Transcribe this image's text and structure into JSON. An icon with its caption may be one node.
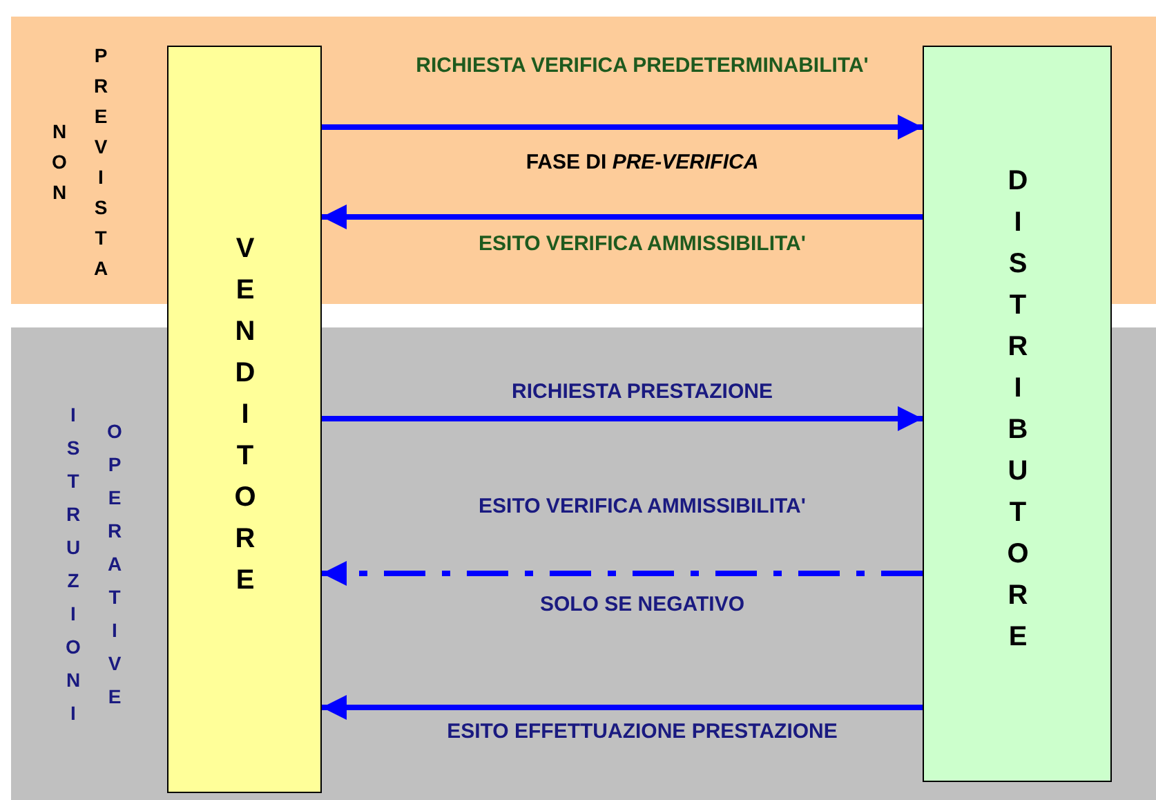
{
  "diagram": {
    "nodes": [
      {
        "text": [
          "VENDITORE"
        ]
      },
      {
        "text": [
          "DISTRIBUTORE"
        ]
      }
    ],
    "edges": [
      {
        "from": 0,
        "to": 1,
        "arrow": "to",
        "label": "RICHIESTA VERIFICA PREDETERMINABILITA'"
      },
      {
        "from": 1,
        "to": 0,
        "arrow": "to",
        "label": "ESITO VERIFICA AMMISSIBILITA'"
      },
      {
        "from": 0,
        "to": 1,
        "arrow": "to",
        "label": "RICHIESTA PRESTAZIONE"
      },
      {
        "from": 1,
        "to": 0,
        "arrow": "to",
        "label": "ESITO VERIFICA AMMISSIBILITA'",
        "style": "dashed"
      },
      {
        "from": 1,
        "to": 0,
        "arrow": "to",
        "label": "ESITO EFFETTUAZIONE PRESTAZIONE"
      }
    ],
    "labels": [
      "NON PREVISTA",
      "FASE DI *PRE-VERIFICA*",
      "ISTRUZIONI OPERATIVE",
      "SOLO SE NEGATIVO"
    ]
  }
}
